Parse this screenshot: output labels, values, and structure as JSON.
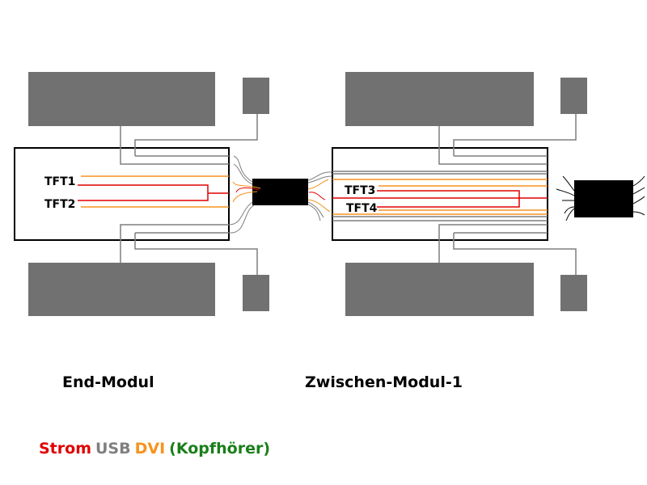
{
  "colors": {
    "strom": "#e00000",
    "usb": "#7f7f7f",
    "dvi": "#f7931e",
    "kopfhoerer": "#1a7f1a",
    "screen": "#717171",
    "hub": "#000000"
  },
  "modules": [
    {
      "title": "End-Modul",
      "tft_labels": [
        "TFT1",
        "TFT2"
      ]
    },
    {
      "title": "Zwischen-Modul-1",
      "tft_labels": [
        "TFT3",
        "TFT4"
      ]
    }
  ],
  "legend": [
    {
      "label": "Strom",
      "color_key": "strom"
    },
    {
      "label": "USB",
      "color_key": "usb"
    },
    {
      "label": "DVI",
      "color_key": "dvi"
    },
    {
      "label": "(Kopfhörer)",
      "color_key": "kopfhoerer"
    }
  ]
}
